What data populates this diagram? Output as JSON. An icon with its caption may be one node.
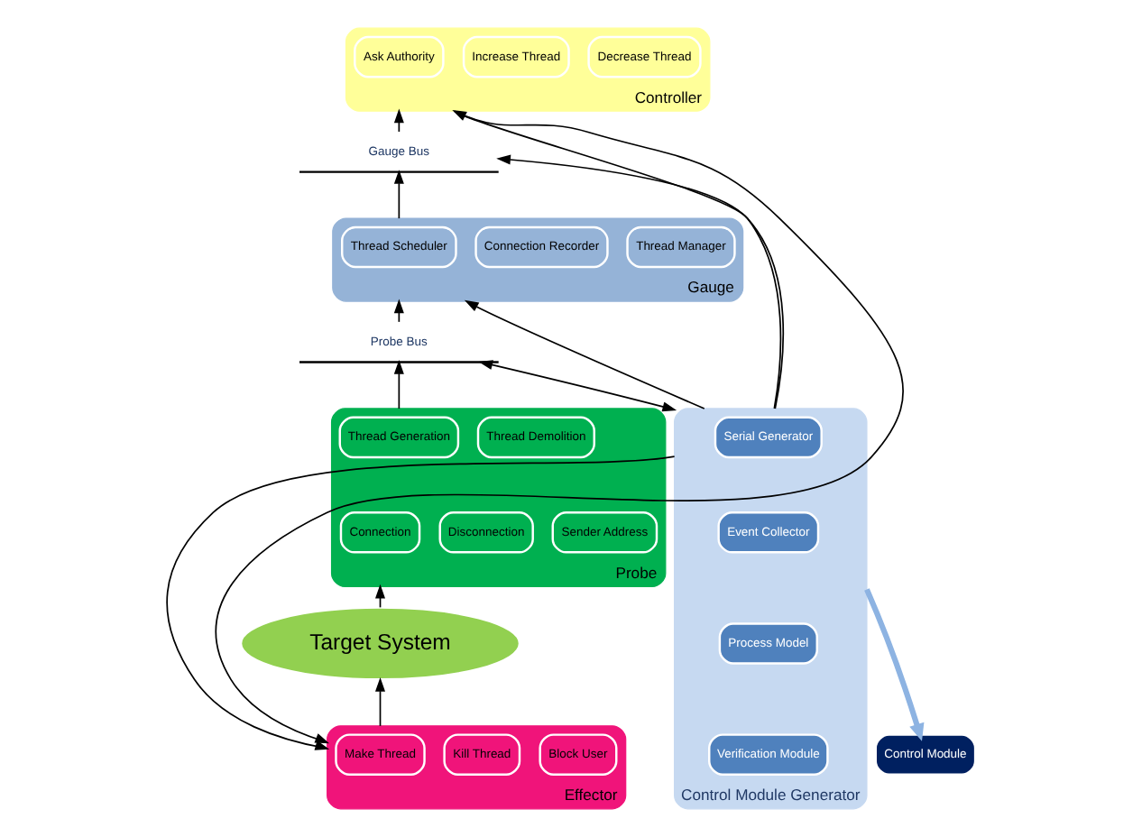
{
  "diagram": {
    "nodes": [
      {
        "text": [
          "Control Module Generator"
        ]
      },
      {
        "text": [
          "Serial Generator"
        ],
        "in": 0
      },
      {
        "text": [
          "Event Collector"
        ],
        "in": 0
      },
      {
        "text": [
          "Process Model"
        ],
        "in": 0
      },
      {
        "text": [
          "Verification Module"
        ],
        "in": 0
      },
      {
        "text": [
          "Control Module"
        ]
      },
      {
        "text": [
          "Controller"
        ]
      },
      {
        "text": [
          "Ask Authority"
        ],
        "in": 6
      },
      {
        "text": [
          "Increase Thread"
        ],
        "in": 6
      },
      {
        "text": [
          "Decrease Thread"
        ],
        "in": 6
      },
      {
        "text": [
          "Gauge Bus"
        ]
      },
      {
        "text": [
          "Gauge"
        ]
      },
      {
        "text": [
          "Thread Scheduler"
        ],
        "in": 11
      },
      {
        "text": [
          "Connection Recorder"
        ],
        "in": 11
      },
      {
        "text": [
          "Thread Manager"
        ],
        "in": 11
      },
      {
        "text": [
          "Probe Bus"
        ]
      },
      {
        "text": [
          "Probe"
        ]
      },
      {
        "text": [
          "Thread Generation"
        ],
        "in": 16
      },
      {
        "text": [
          "Thread Demolition"
        ],
        "in": 16
      },
      {
        "text": [
          "Connection"
        ],
        "in": 16
      },
      {
        "text": [
          "Disconnection"
        ],
        "in": 16
      },
      {
        "text": [
          "Sender Address"
        ],
        "in": 16
      },
      {
        "text": [
          "Target System"
        ]
      },
      {
        "text": [
          "Effector"
        ]
      },
      {
        "text": [
          "Make Thread"
        ],
        "in": 23
      },
      {
        "text": [
          "Kill Thread"
        ],
        "in": 23
      },
      {
        "text": [
          "Block User"
        ],
        "in": 23
      }
    ],
    "edges": [
      {
        "from": 0,
        "to": 5,
        "arrow": "to",
        "style": "thick",
        "color": "#8db3e2"
      },
      {
        "from": 10,
        "to": 6,
        "arrow": "to"
      },
      {
        "from": 11,
        "to": 10,
        "arrow": "to"
      },
      {
        "from": 15,
        "to": 11,
        "arrow": "to"
      },
      {
        "from": 16,
        "to": 15,
        "arrow": "to"
      },
      {
        "from": 22,
        "to": 16,
        "arrow": "to"
      },
      {
        "from": 23,
        "to": 22,
        "arrow": "to"
      },
      {
        "from": 6,
        "to": 23,
        "arrow": "to"
      },
      {
        "from": 0,
        "to": 6,
        "arrow": "to"
      },
      {
        "from": 0,
        "to": 10,
        "arrow": "to"
      },
      {
        "from": 0,
        "to": 11,
        "arrow": "to"
      },
      {
        "from": 0,
        "to": 15,
        "arrow": "both"
      },
      {
        "from": 0,
        "to": 23,
        "arrow": "to"
      }
    ]
  }
}
